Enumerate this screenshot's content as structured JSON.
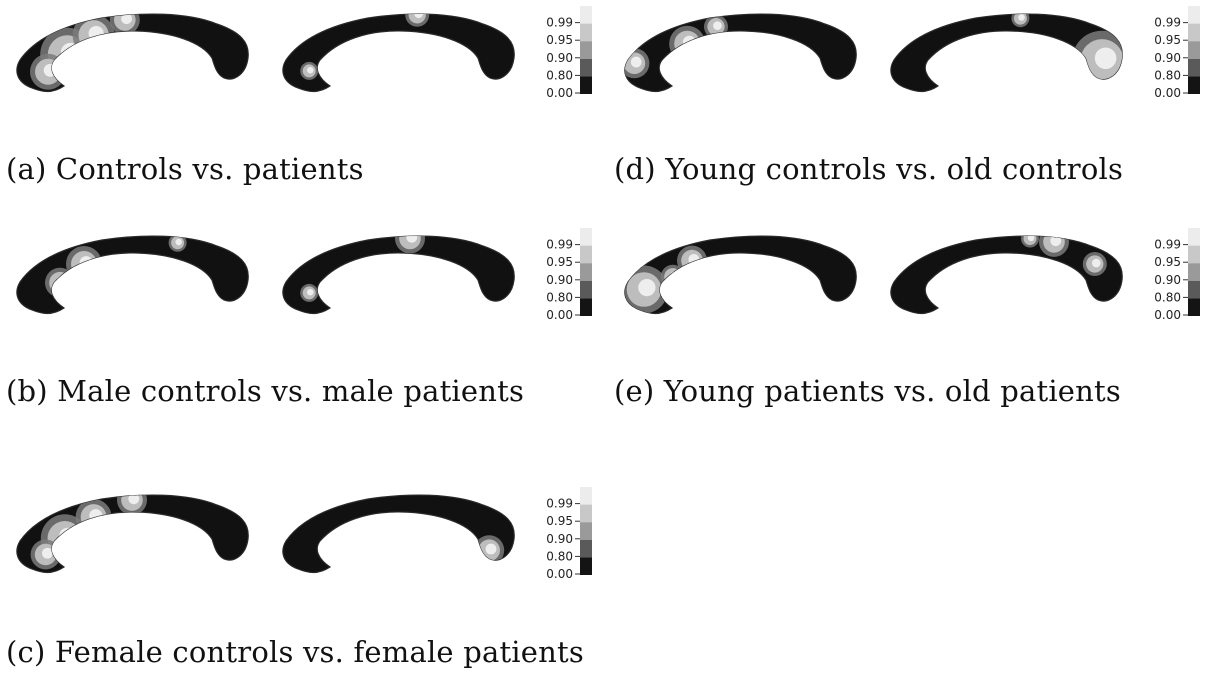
{
  "colorbar": {
    "ticks": [
      "0.99",
      "0.95",
      "0.90",
      "0.80",
      "0.00"
    ],
    "band_colors": [
      "#ececec",
      "#c8c8c8",
      "#9a9a9a",
      "#5a5a5a",
      "#141414"
    ]
  },
  "panels": [
    {
      "id": "a",
      "caption": "(a) Controls vs. patients",
      "left_highlights": [
        [
          0.23,
          0.55,
          0.09
        ],
        [
          0.34,
          0.32,
          0.07
        ],
        [
          0.15,
          0.75,
          0.06
        ],
        [
          0.47,
          0.14,
          0.05
        ]
      ],
      "right_highlights": [
        [
          0.58,
          0.08,
          0.04
        ],
        [
          0.13,
          0.74,
          0.03
        ]
      ]
    },
    {
      "id": "b",
      "caption": "(b) Male controls vs. male patients",
      "left_highlights": [
        [
          0.3,
          0.4,
          0.06
        ],
        [
          0.2,
          0.62,
          0.05
        ],
        [
          0.69,
          0.15,
          0.03
        ]
      ],
      "right_highlights": [
        [
          0.55,
          0.1,
          0.05
        ],
        [
          0.13,
          0.74,
          0.03
        ]
      ]
    },
    {
      "id": "c",
      "caption": "(c) Female controls vs. female patients",
      "left_highlights": [
        [
          0.22,
          0.58,
          0.08
        ],
        [
          0.34,
          0.33,
          0.06
        ],
        [
          0.5,
          0.13,
          0.05
        ],
        [
          0.14,
          0.77,
          0.05
        ]
      ],
      "right_highlights": [
        [
          0.88,
          0.72,
          0.05
        ]
      ]
    },
    {
      "id": "d",
      "caption": "(d) Young controls vs. old controls",
      "left_highlights": [
        [
          0.28,
          0.42,
          0.06
        ],
        [
          0.06,
          0.65,
          0.05
        ],
        [
          0.4,
          0.22,
          0.04
        ]
      ],
      "right_highlights": [
        [
          0.9,
          0.62,
          0.1
        ],
        [
          0.56,
          0.12,
          0.03
        ]
      ]
    },
    {
      "id": "e",
      "caption": "(e) Young patients vs. old patients",
      "left_highlights": [
        [
          0.1,
          0.7,
          0.08
        ],
        [
          0.3,
          0.36,
          0.05
        ],
        [
          0.22,
          0.55,
          0.04
        ]
      ],
      "right_highlights": [
        [
          0.7,
          0.14,
          0.05
        ],
        [
          0.6,
          0.1,
          0.03
        ],
        [
          0.87,
          0.4,
          0.04
        ]
      ]
    }
  ]
}
